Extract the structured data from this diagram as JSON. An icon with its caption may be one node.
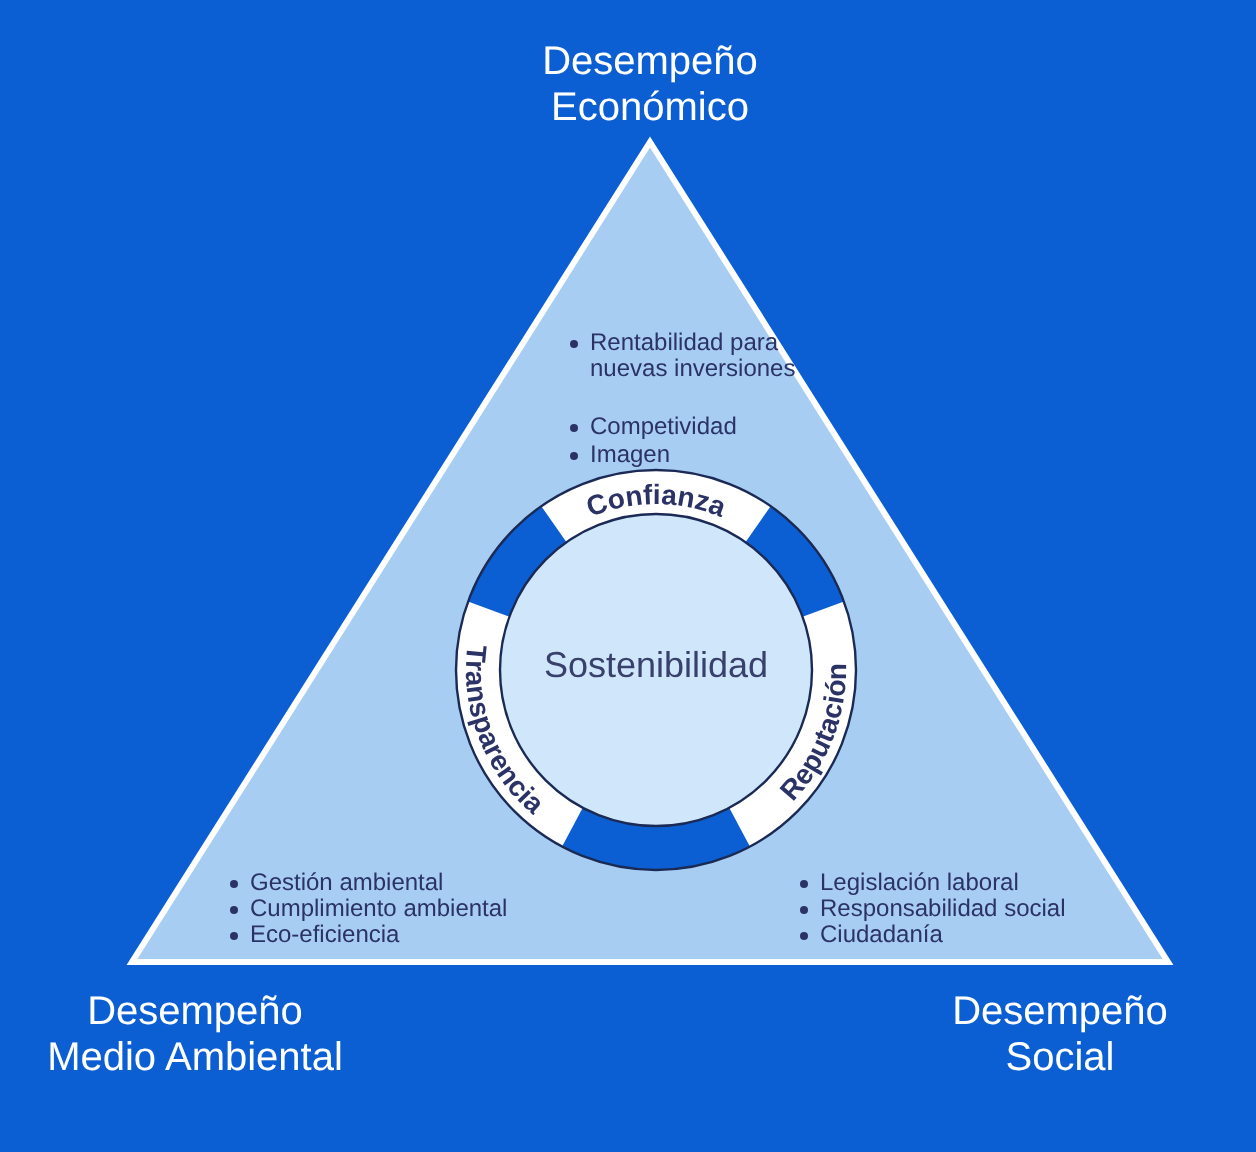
{
  "diagram": {
    "nodes": [
      {
        "text": [],
        "shape": "triangle"
      },
      {
        "text": [
          "Sostenibilidad"
        ],
        "in": 0
      },
      {
        "text": [
          "Confianza"
        ],
        "in": 1
      },
      {
        "text": [
          "Transparencia"
        ],
        "in": 1
      },
      {
        "text": [
          "Reputación"
        ],
        "in": 1
      }
    ],
    "labels": [
      "Desempeño Económico",
      "Rentabilidad para nuevas inversiones",
      "Competividad",
      "Imagen",
      "Gestión ambiental",
      "Cumplimiento ambiental",
      "Eco-eficiencia",
      "Legislación laboral",
      "Responsabilidad social",
      "Ciudadanía",
      "Desempeño Medio Ambiental",
      "Desempeño Social"
    ]
  }
}
